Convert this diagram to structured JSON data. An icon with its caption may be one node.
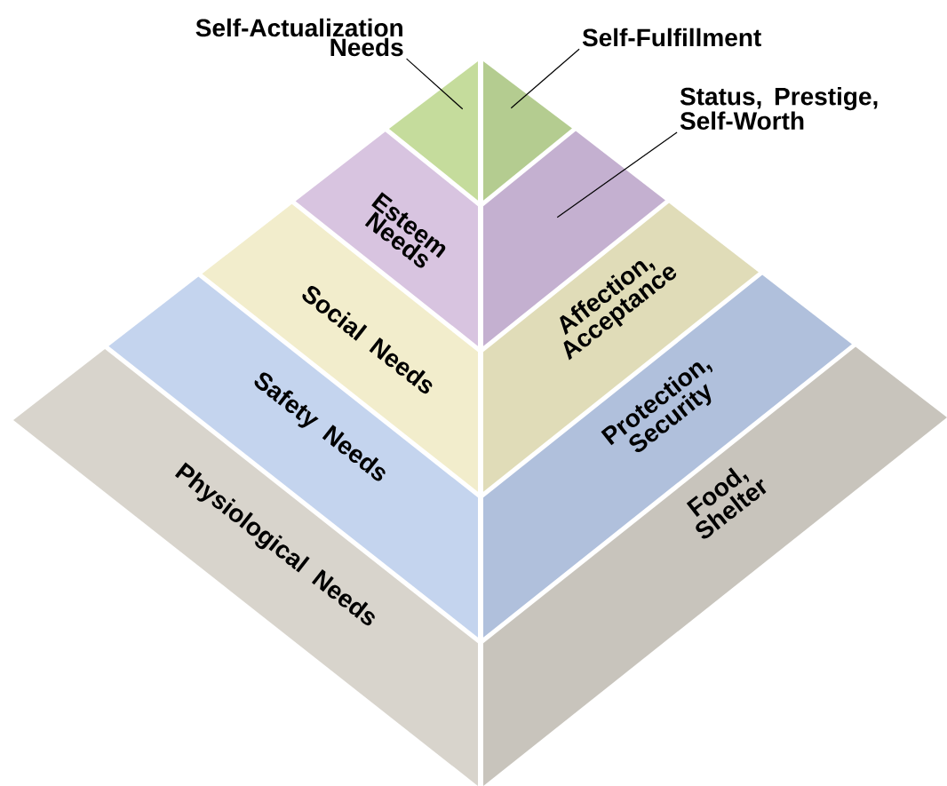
{
  "diagram": {
    "nodes": [
      {
        "text": [
          "Self-Actualization Needs"
        ]
      },
      {
        "text": [],
        "shape": "triangle"
      },
      {
        "text": [
          "Self-Fulfillment"
        ]
      },
      {
        "text": [],
        "shape": "triangle"
      },
      {
        "text": [
          "Status, Prestige, Self-Worth"
        ]
      },
      {
        "text": [],
        "shape": "band"
      },
      {
        "text": [
          "Esteem Needs"
        ]
      },
      {
        "text": [
          "Social Needs"
        ]
      },
      {
        "text": [
          "Affection, Acceptance"
        ]
      },
      {
        "text": [
          "Safety Needs"
        ]
      },
      {
        "text": [
          "Protection, Security"
        ]
      },
      {
        "text": [
          "Physiological Needs"
        ]
      },
      {
        "text": [
          "Food, Shelter"
        ]
      }
    ],
    "edges": [
      {
        "from": 0,
        "to": 1,
        "arrow": "none"
      },
      {
        "from": 2,
        "to": 3,
        "arrow": "none"
      },
      {
        "from": 4,
        "to": 5,
        "arrow": "none"
      }
    ]
  }
}
